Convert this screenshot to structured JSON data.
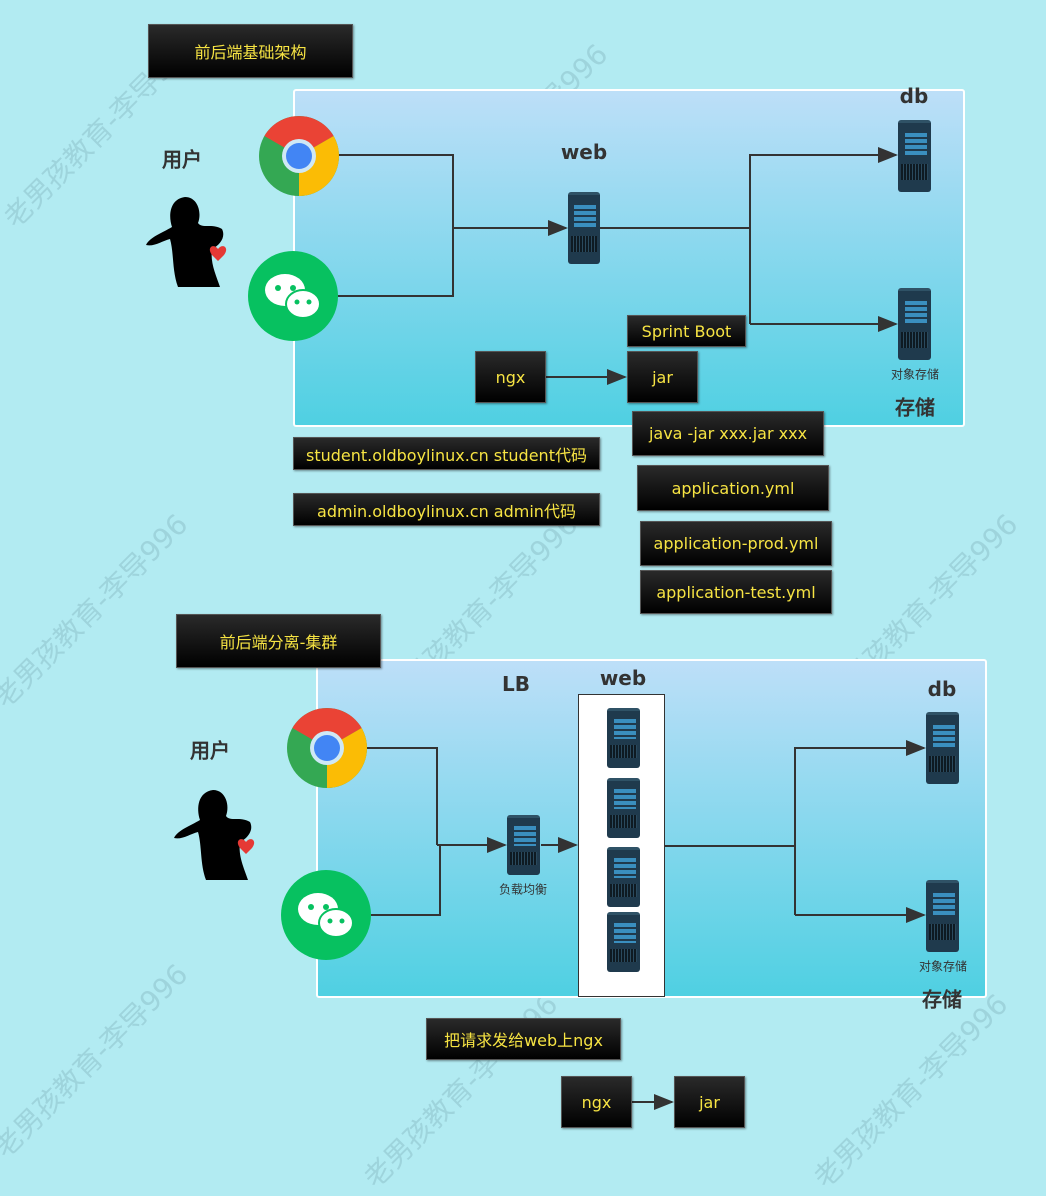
{
  "watermark": "老男孩教育-李导996",
  "section1": {
    "title": "前后端基础架构",
    "user": "用户",
    "web": "web",
    "db": "db",
    "storage_sub": "对象存储",
    "storage": "存储",
    "spring": "Sprint Boot",
    "ngx": "ngx",
    "jar": "jar",
    "java_cmd": "java -jar xxx.jar xxx",
    "configs": [
      "application.yml",
      "application-prod.yml",
      "application-test.yml"
    ],
    "domains": [
      "student.oldboylinux.cn  student代码",
      "admin.oldboylinux.cn  admin代码"
    ]
  },
  "section2": {
    "title": "前后端分离-集群",
    "user": "用户",
    "lb": "LB",
    "lb_sub": "负载均衡",
    "web": "web",
    "db": "db",
    "storage_sub": "对象存储",
    "storage": "存储",
    "note": "把请求发给web上ngx",
    "ngx": "ngx",
    "jar": "jar"
  },
  "colors": {
    "label_text": "#f7e443",
    "panel_top": "#bddff8",
    "panel_bottom": "#4fd0e2"
  }
}
